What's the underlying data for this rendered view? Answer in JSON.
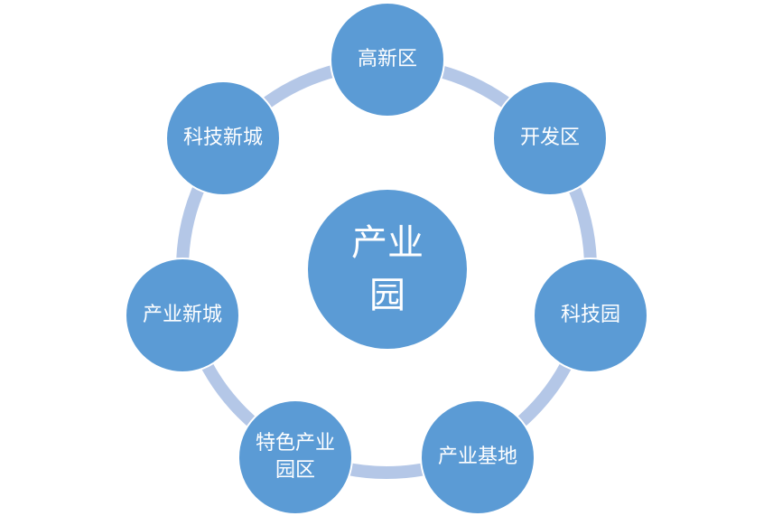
{
  "diagram": {
    "center": {
      "label": "产业园"
    },
    "nodes": [
      {
        "label": "高新区"
      },
      {
        "label": "开发区"
      },
      {
        "label": "科技园"
      },
      {
        "label": "产业基地"
      },
      {
        "label": "特色产业园区"
      },
      {
        "label": "产业新城"
      },
      {
        "label": "科技新城"
      }
    ],
    "colors": {
      "node_fill": "#5b9bd5",
      "ring": "#b4c7e7",
      "text": "#ffffff"
    }
  }
}
